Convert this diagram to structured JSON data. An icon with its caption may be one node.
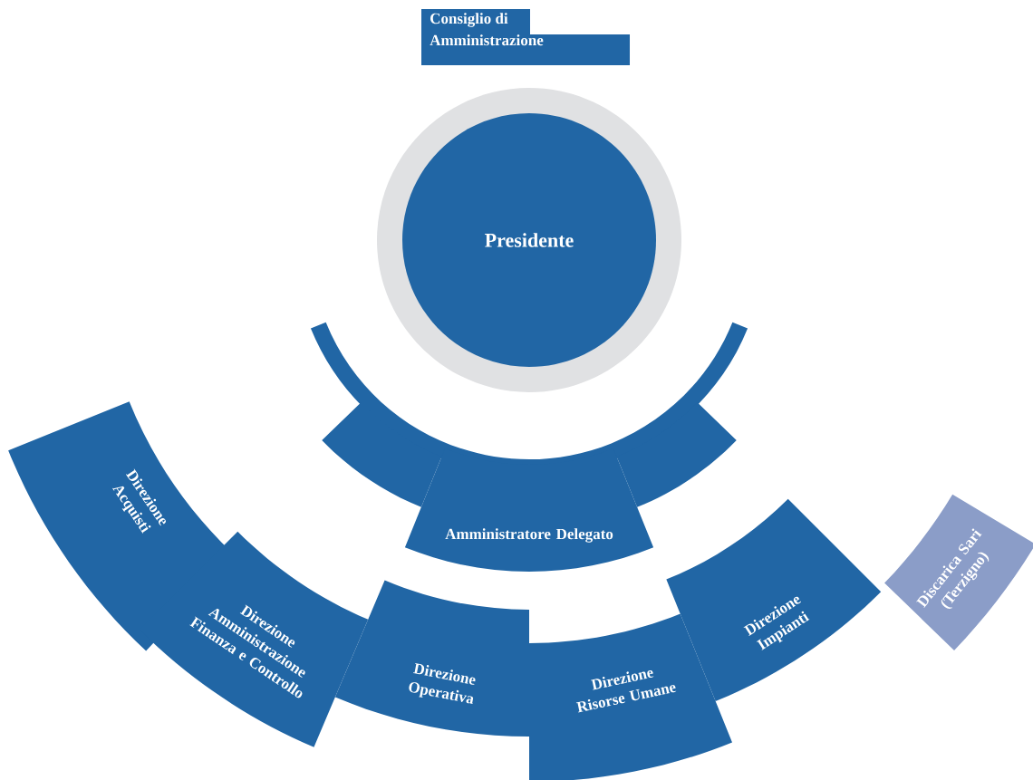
{
  "diagram": {
    "nodes": [
      {
        "text": [
          "Consiglio di Amministrazione"
        ]
      },
      {
        "text": [
          "Presidente"
        ]
      },
      {
        "text": [
          "Amministratore Delegato"
        ]
      },
      {
        "text": [
          "Direzione Acquisti"
        ]
      },
      {
        "text": [
          "Direzione Amministrazione Finanza e Controllo"
        ]
      },
      {
        "text": [
          "Direzione Operativa"
        ]
      },
      {
        "text": [
          "Direzione Risorse Umane"
        ]
      },
      {
        "text": [
          "Direzione Impianti"
        ]
      },
      {
        "text": [
          "Discarica Sari (Terzigno)"
        ]
      }
    ]
  }
}
